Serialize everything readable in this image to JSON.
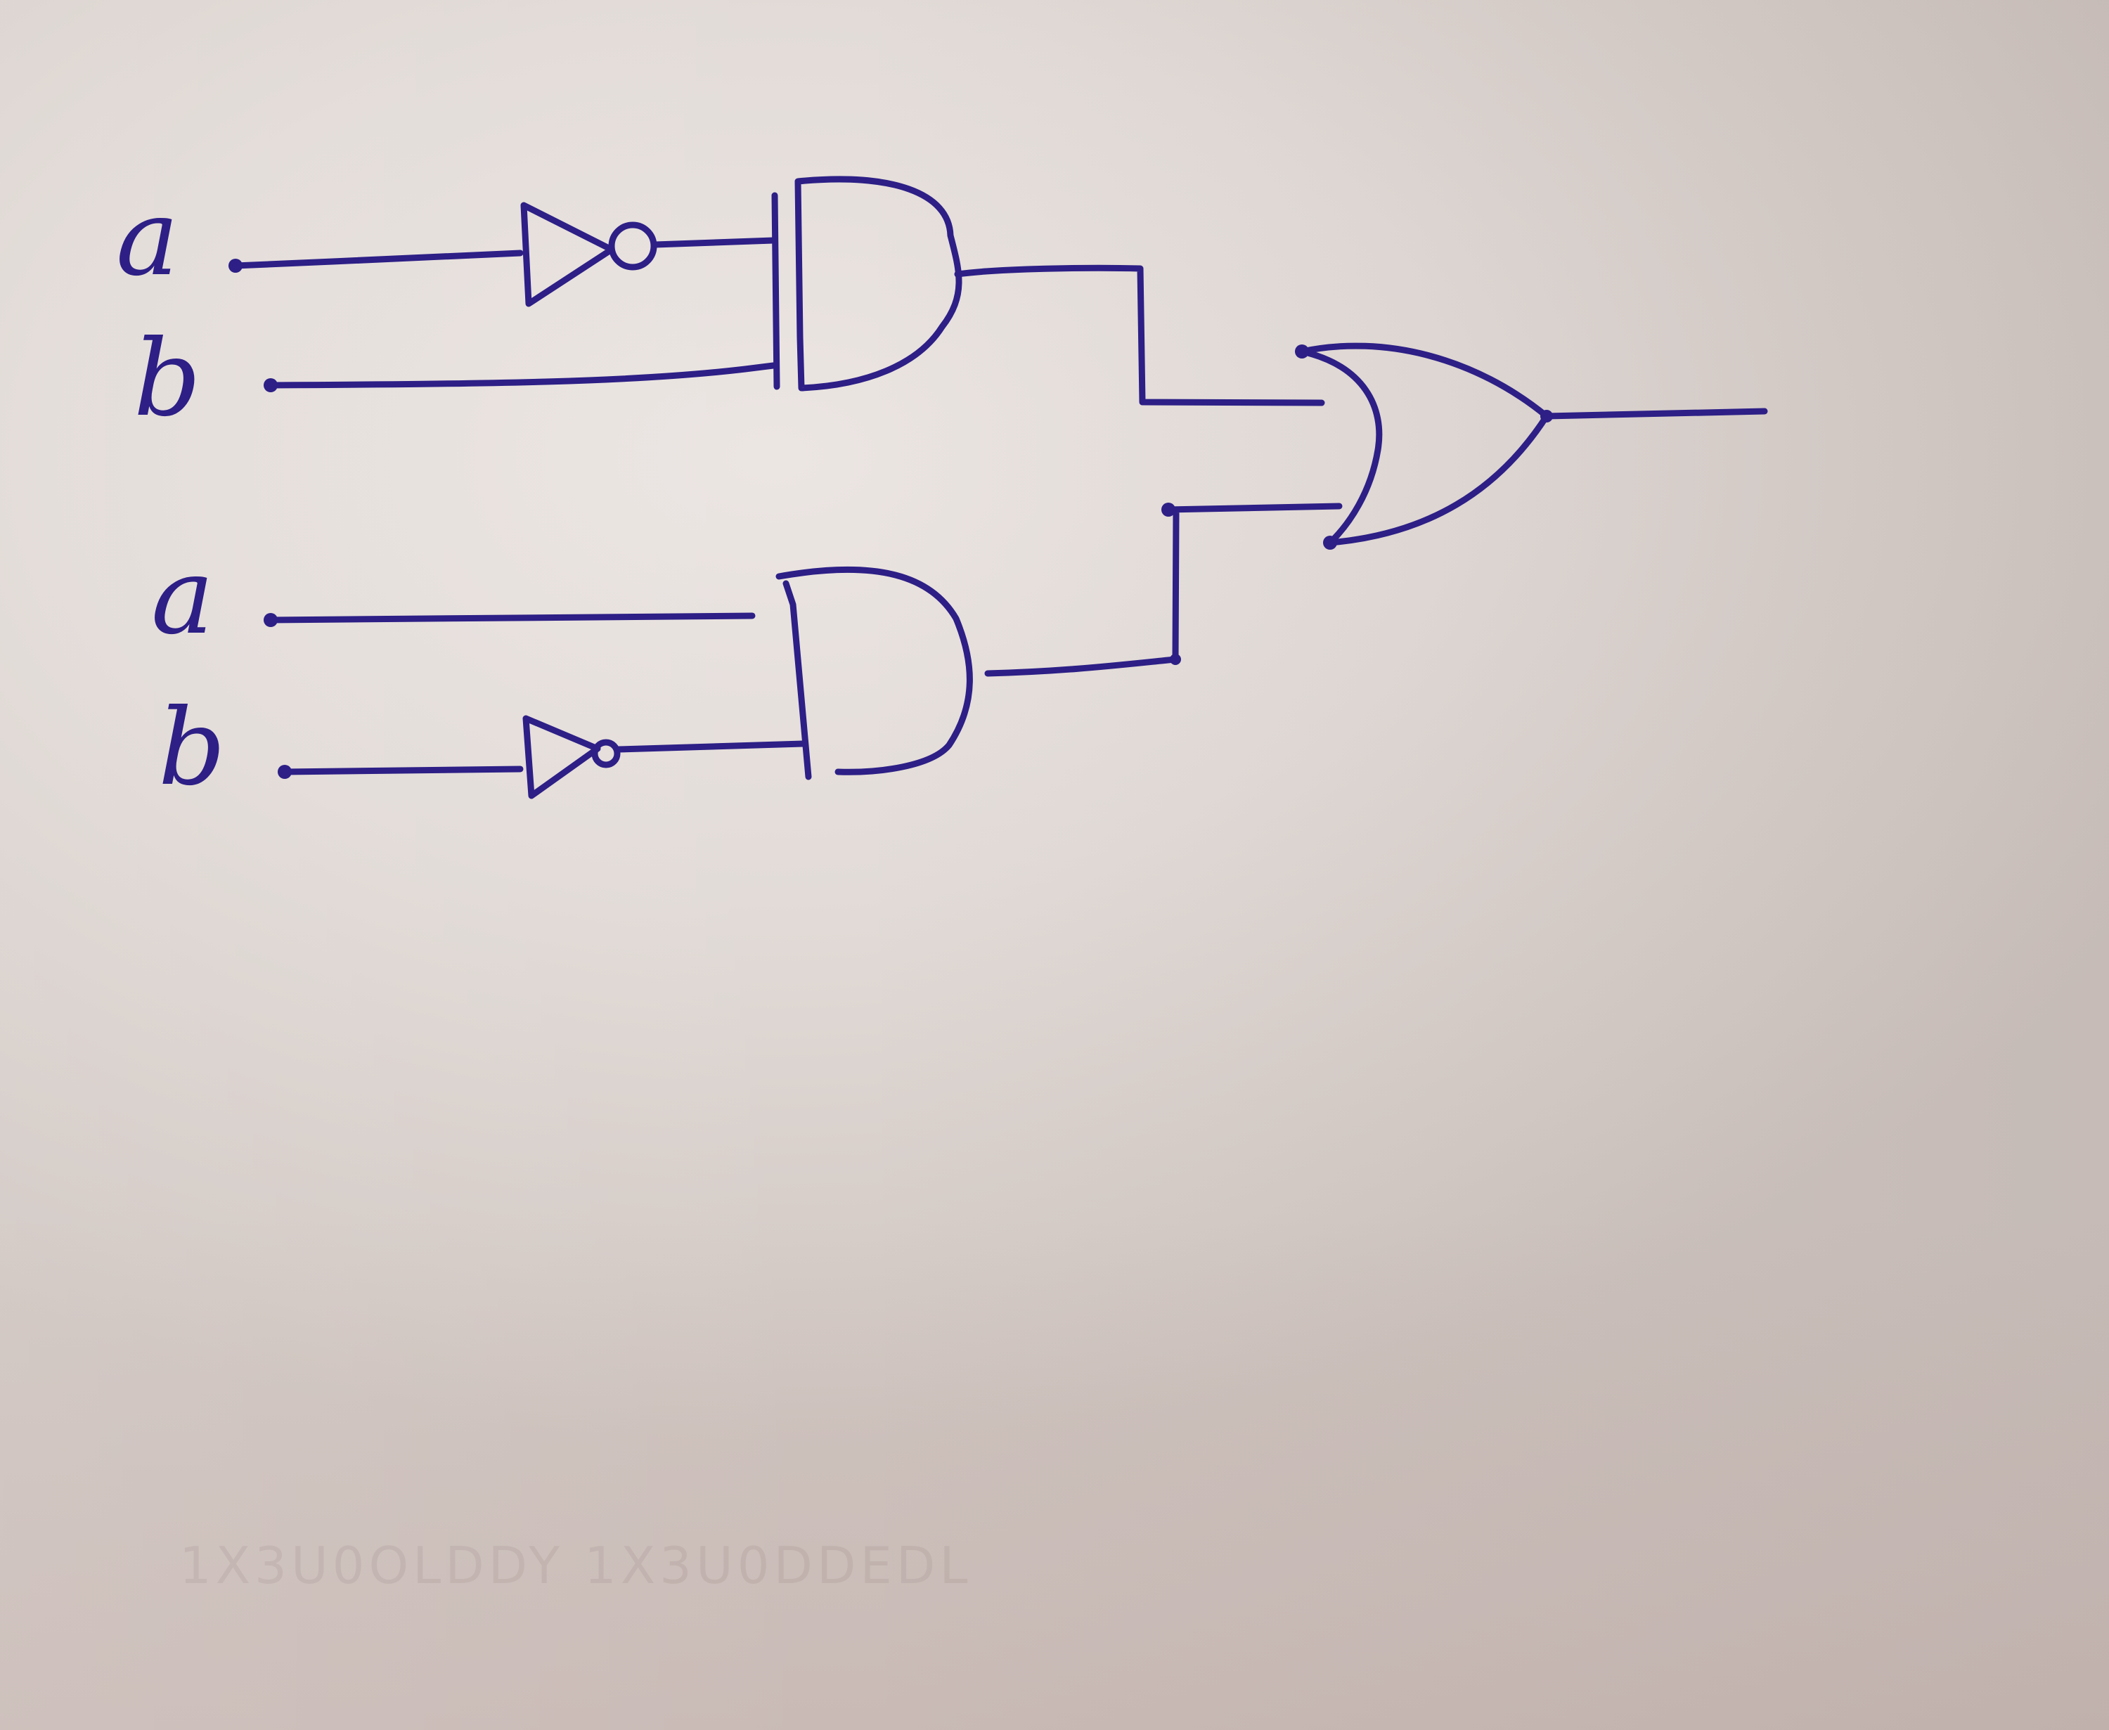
{
  "inputs": [
    {
      "label": "a"
    },
    {
      "label": "b"
    },
    {
      "label": "a"
    },
    {
      "label": "b"
    }
  ],
  "gates": [
    {
      "type": "NOT",
      "input": "a"
    },
    {
      "type": "AND",
      "inputs": [
        "NOT a",
        "b"
      ]
    },
    {
      "type": "NOT",
      "input": "b"
    },
    {
      "type": "AND",
      "inputs": [
        "a",
        "NOT b"
      ]
    },
    {
      "type": "OR",
      "inputs": [
        "AND 1",
        "AND 2"
      ]
    }
  ],
  "ink_color": "#2d1f86",
  "background_text": "1X3U0OLDDY  1X3U0DDEDL"
}
